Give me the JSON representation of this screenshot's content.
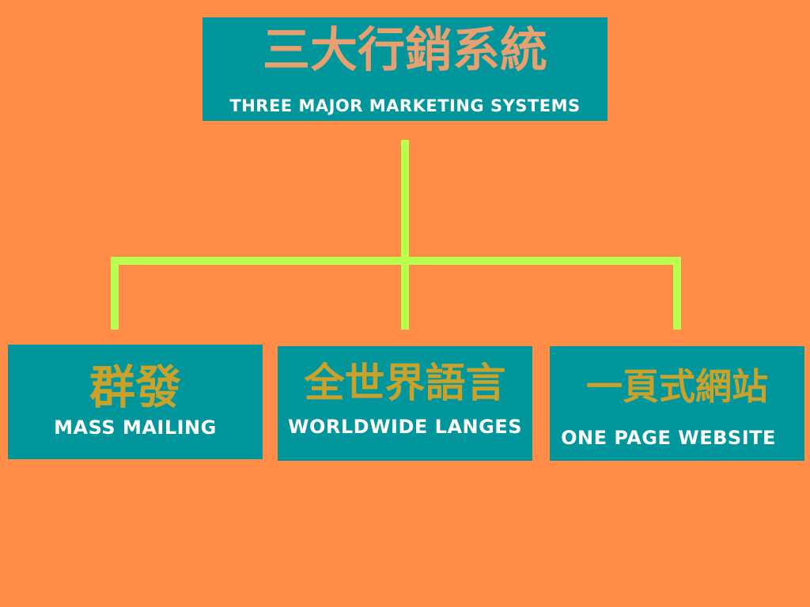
{
  "colors": {
    "background": "#FF8C47",
    "box": "#00969B",
    "connector": "#B8FF4E",
    "title_zh": "#E9A070",
    "node_zh": "#C9A22C",
    "en_text": "#FFFFFF"
  },
  "root": {
    "zh": "三大行銷系統",
    "en": "THREE MAJOR MARKETING SYSTEMS"
  },
  "nodes": [
    {
      "zh": "群發",
      "en": "MASS MAILING"
    },
    {
      "zh": "全世界語言",
      "en": "WORLDWIDE LANGES"
    },
    {
      "zh": "一頁式網站",
      "en": "ONE PAGE WEBSITE"
    }
  ]
}
